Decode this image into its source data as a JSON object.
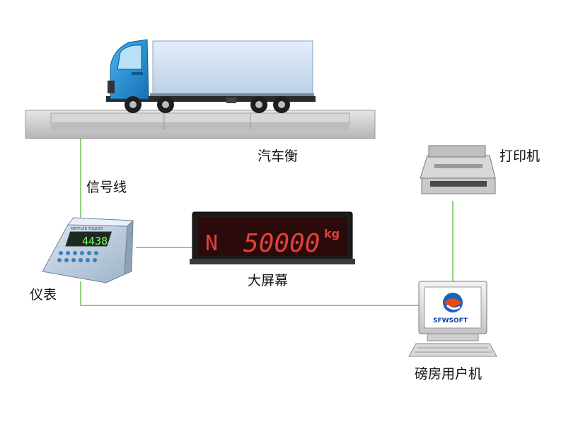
{
  "labels": {
    "truck_scale": "汽车衡",
    "signal_line": "信号线",
    "instrument": "仪表",
    "big_screen": "大屏幕",
    "printer": "打印机",
    "weighroom_pc": "磅房用户机"
  },
  "big_screen_display": {
    "mode": "N",
    "value": "50000",
    "unit": "kg"
  },
  "indicator_display": {
    "reading": "4438",
    "brand_text": "METTLER TOLEDO"
  },
  "monitor_logo_text": "SFWSOFT",
  "colors": {
    "wire": "#8fd07d",
    "led_red": "#e0403a",
    "truck_cab": "#1e90d6",
    "truck_box": "#cfe0f2",
    "platform": "#c9c9c9"
  }
}
